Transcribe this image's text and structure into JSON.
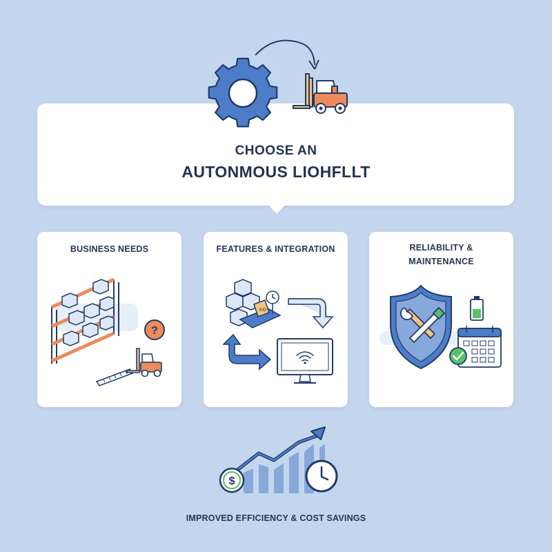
{
  "title": {
    "line1": "CHOOSE AN",
    "line2": "AUTONMOUS LIOHFLLT"
  },
  "cards": [
    {
      "label": "BUSINESS NEEDS",
      "icon": "warehouse-shelves-forklift-question-icon"
    },
    {
      "label": "FEATURES & INTEGRATION",
      "icon": "boxes-scale-monitor-wifi-icon"
    },
    {
      "label_line1": "RELIABILITY &",
      "label_line2": "MAINTENANCE",
      "icon": "shield-tools-calendar-battery-icon"
    }
  ],
  "header_icons": [
    "gear-icon",
    "forklift-icon",
    "curved-arrow-icon"
  ],
  "footer": {
    "label": "IMPROVED EFFICIENCY & COST SAVINGS",
    "icons": [
      "dollar-coin-icon",
      "growth-chart-icon",
      "clock-icon"
    ]
  },
  "colors": {
    "background": "#c4d6ee",
    "card": "#ffffff",
    "text": "#23344f",
    "accent_blue": "#4d7cc9",
    "accent_orange": "#ef8a5a",
    "accent_green": "#5bbf6a"
  }
}
